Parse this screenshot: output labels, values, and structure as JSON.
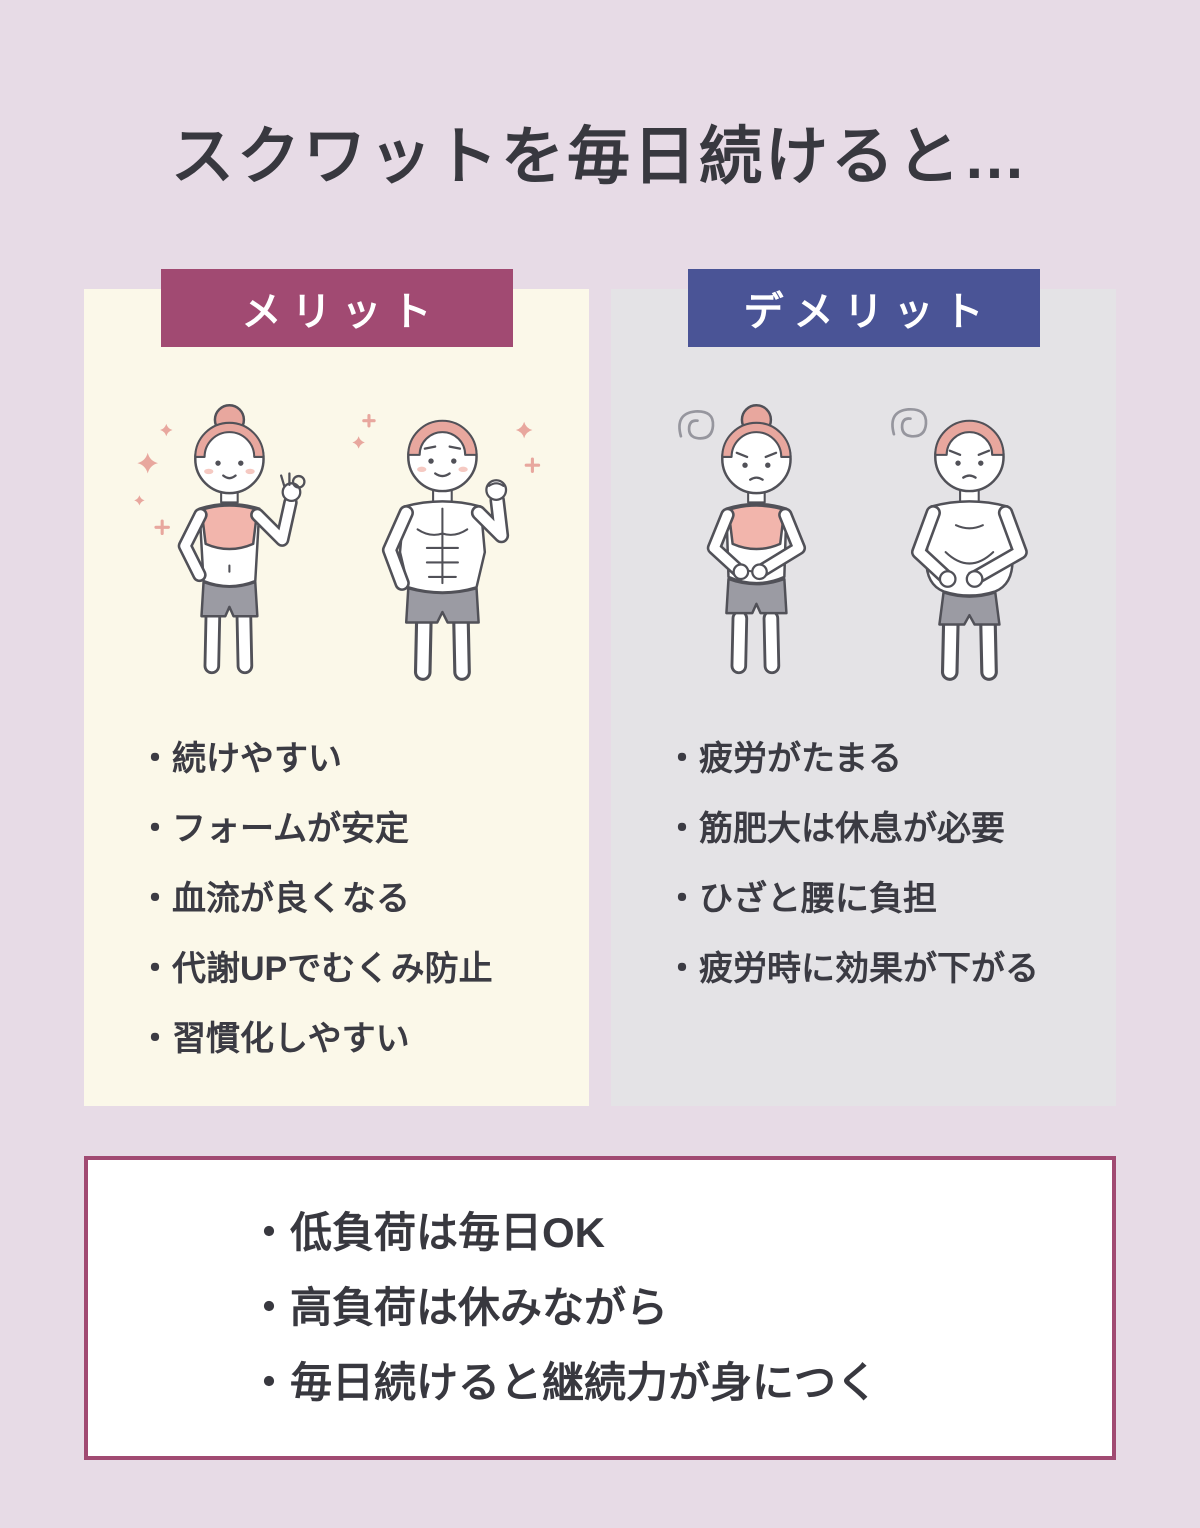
{
  "colors": {
    "background": "#E7DBE6",
    "merit_badge": "#A14A72",
    "merit_panel": "#FBF8E9",
    "demerit_badge": "#4A5496",
    "demerit_panel": "#E4E3E6",
    "summary_border": "#A14A72",
    "text": "#3B3B43"
  },
  "header": {
    "title": "スクワットを毎日続けると…"
  },
  "merit": {
    "label": "メリット",
    "illustration": "fit-woman-ok-sign-and-muscular-man",
    "items": [
      "・続けやすい",
      "・フォームが安定",
      "・血流が良くなる",
      "・代謝UPでむくみ防止",
      "・習慣化しやすい"
    ]
  },
  "demerit": {
    "label": "デメリット",
    "illustration": "tired-woman-and-man-pinching-belly",
    "items": [
      "・疲労がたまる",
      "・筋肥大は休息が必要",
      "・ひざと腰に負担",
      "・疲労時に効果が下がる"
    ]
  },
  "summary": {
    "items": [
      "・低負荷は毎日OK",
      "・高負荷は休みながら",
      "・毎日続けると継続力が身につく"
    ]
  }
}
